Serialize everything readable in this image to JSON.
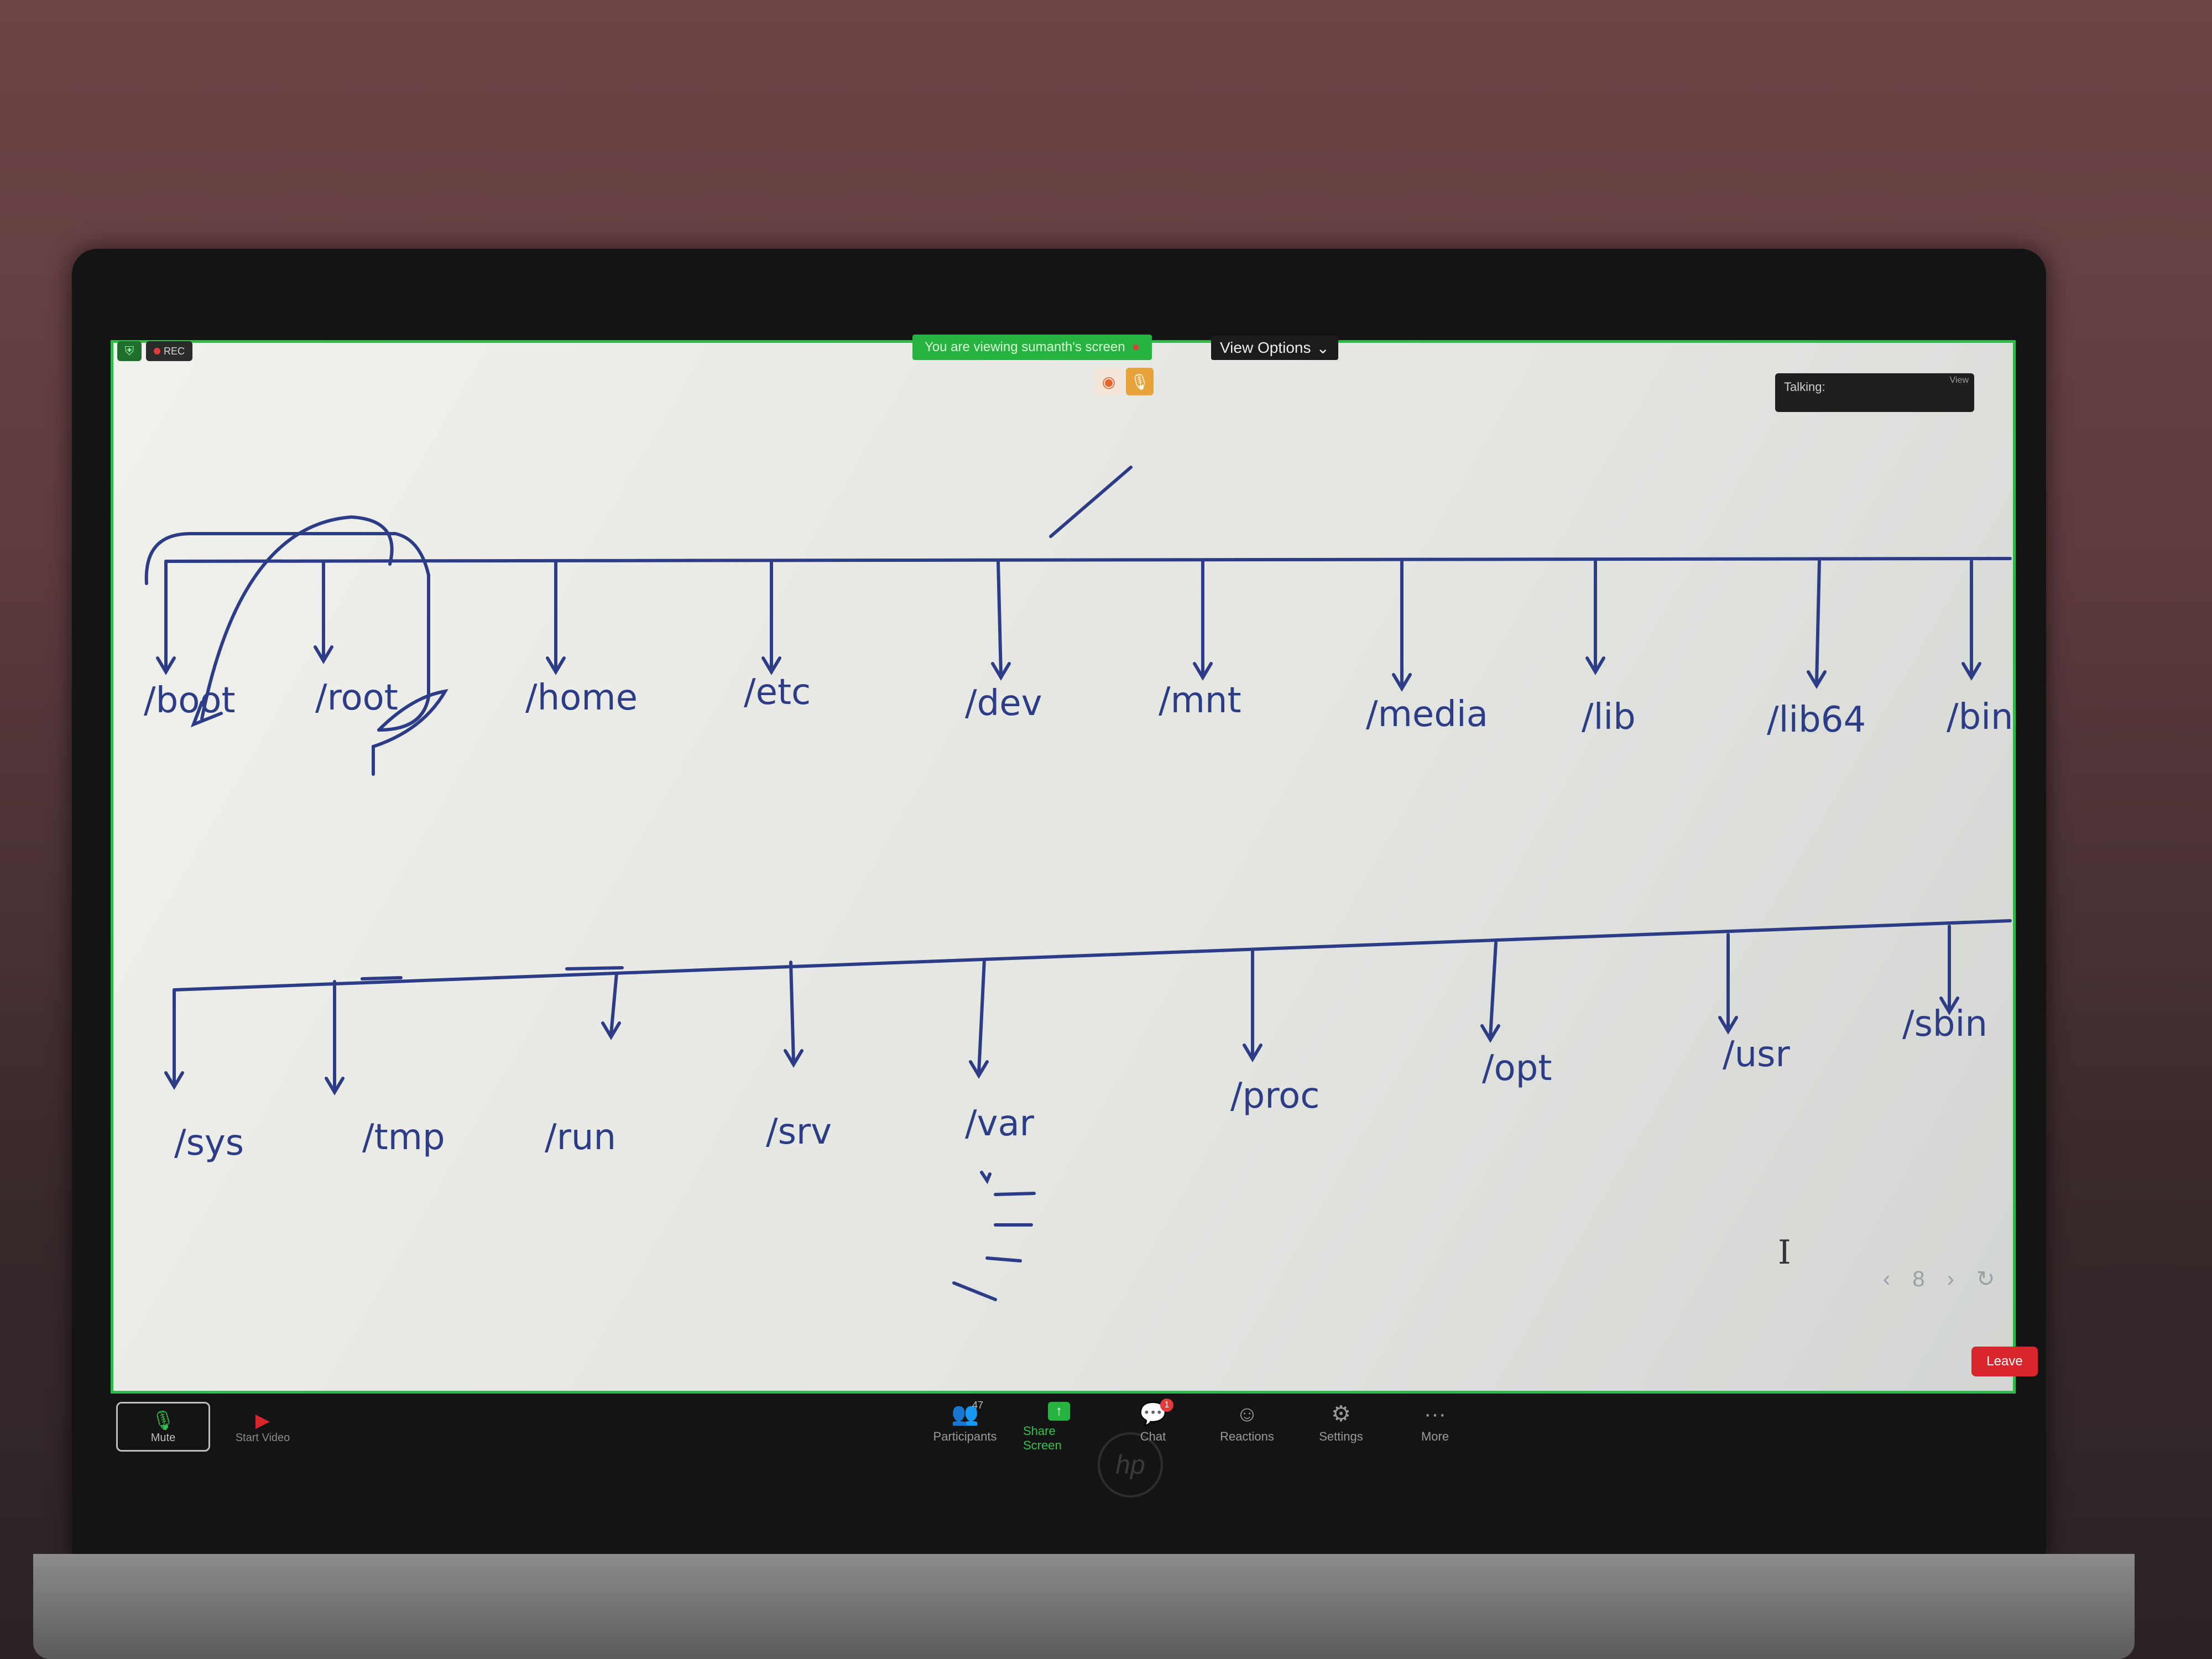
{
  "meeting_header": {
    "rec_label": "REC",
    "viewing_banner": "You are viewing sumanth's screen",
    "view_options_label": "View Options",
    "talking_label": "Talking:",
    "talking_view_label": "View"
  },
  "whiteboard": {
    "root_label": "/",
    "top_row": [
      "/boot",
      "/root",
      "/home",
      "/etc",
      "/dev",
      "/mnt",
      "/media",
      "/lib",
      "/lib64",
      "/bin"
    ],
    "bottom_row": [
      "/sys",
      "/tmp",
      "/run",
      "/srv",
      "/var",
      "/proc",
      "/opt",
      "/usr",
      "/sbin"
    ],
    "stroke_color": "#2c3c86"
  },
  "pager": {
    "page_number": "8"
  },
  "toolbar": {
    "mic_label": "Mute",
    "video_label": "Start Video",
    "participants_label": "Participants",
    "participants_count": "47",
    "share_label": "Share Screen",
    "chat_label": "Chat",
    "chat_badge": "1",
    "reactions_label": "Reactions",
    "settings_label": "Settings",
    "more_label": "More",
    "leave_label": "Leave"
  },
  "device": {
    "brand": "hp"
  },
  "colors": {
    "share_green": "#27b33f",
    "leave_red": "#d9262d"
  }
}
